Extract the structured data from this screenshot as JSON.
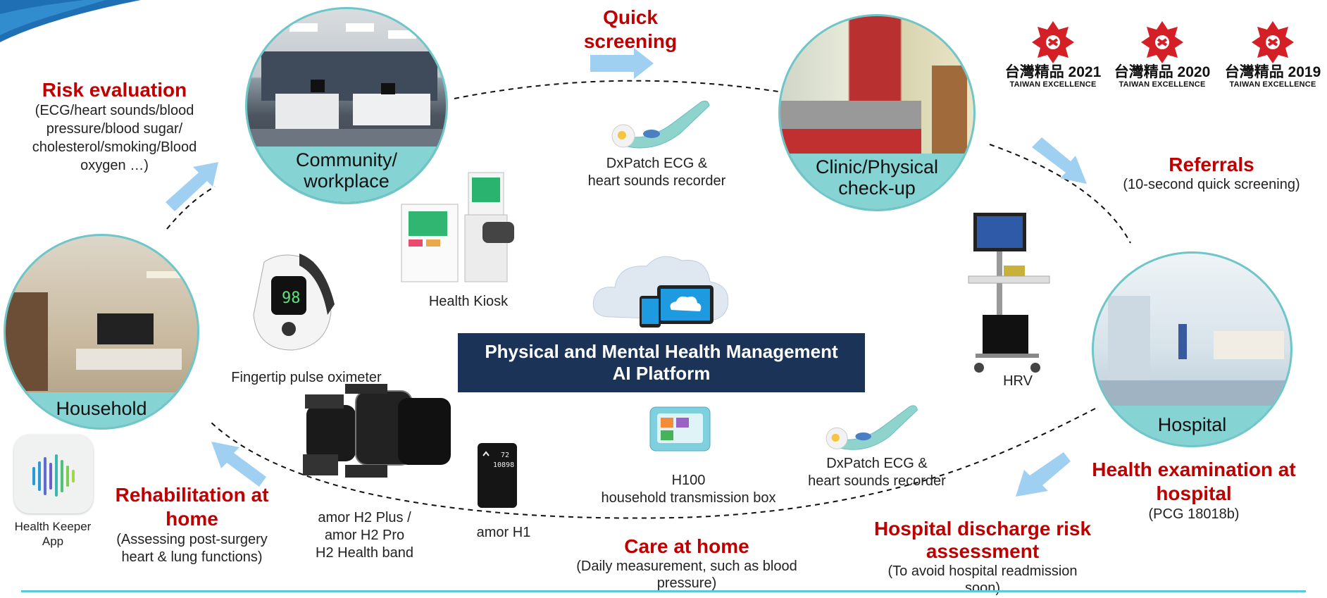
{
  "labels": {
    "quick_screening_1": "Quick",
    "quick_screening_2": "screening",
    "risk_eval_title": "Risk evaluation",
    "risk_eval_line1": "(ECG/heart sounds/blood",
    "risk_eval_line2": "pressure/blood sugar/",
    "risk_eval_line3": "cholesterol/smoking/Blood",
    "risk_eval_line4": "oxygen …)",
    "community_1": "Community/",
    "community_2": "workplace",
    "clinic_1": "Clinic/Physical",
    "clinic_2": "check-up",
    "household": "Household",
    "hospital": "Hospital",
    "referrals_title": "Referrals",
    "referrals_sub": "(10-second quick screening)",
    "dxpatch_top_1": "DxPatch ECG &",
    "dxpatch_top_2": "heart sounds recorder",
    "health_kiosk": "Health Kiosk",
    "fingertip": "Fingertip pulse oximeter",
    "platform_1": "Physical and Mental Health Management",
    "platform_2": "AI Platform",
    "hrv": "HRV",
    "h100_1": "H100",
    "h100_2": "household transmission box",
    "dxpatch_bottom_1": "DxPatch ECG &",
    "dxpatch_bottom_2": "heart sounds recorder",
    "health_exam_1": "Health examination at",
    "health_exam_2": "hospital",
    "health_exam_sub": "(PCG 18018b)",
    "rehab_1": "Rehabilitation at",
    "rehab_2": "home",
    "rehab_sub_1": "(Assessing post-surgery",
    "rehab_sub_2": "heart & lung functions)",
    "amor_h2_1": "amor H2 Plus /",
    "amor_h2_2": "amor H2 Pro",
    "amor_h2_3": "H2 Health band",
    "amor_h1": "amor H1",
    "care_home_title": "Care at home",
    "care_home_sub_1": "(Daily measurement, such as blood",
    "care_home_sub_2": "pressure)",
    "discharge_1": "Hospital discharge risk",
    "discharge_2": "assessment",
    "discharge_sub_1": "(To avoid hospital readmission",
    "discharge_sub_2": "soon)",
    "app_1": "Health Keeper",
    "app_2": "App",
    "watch_screen_value": "72",
    "watch_screen_value2": "10898",
    "oximeter_value": "98"
  },
  "awards": [
    {
      "title": "台灣精品 2021",
      "sub": "TAIWAN EXCELLENCE"
    },
    {
      "title": "台灣精品 2020",
      "sub": "TAIWAN EXCELLENCE"
    },
    {
      "title": "台灣精品 2019",
      "sub": "TAIWAN EXCELLENCE"
    }
  ],
  "colors": {
    "accent_red": "#c00000",
    "platform_bg": "#1a3357",
    "circle_band": "#86d3d3",
    "arrow_blue": "#9fd0f2",
    "line_cyan": "#5bc8d8"
  },
  "icons": [
    "award-logo-icon",
    "cloud-icon",
    "arrow-icon",
    "app-logo-icon"
  ]
}
